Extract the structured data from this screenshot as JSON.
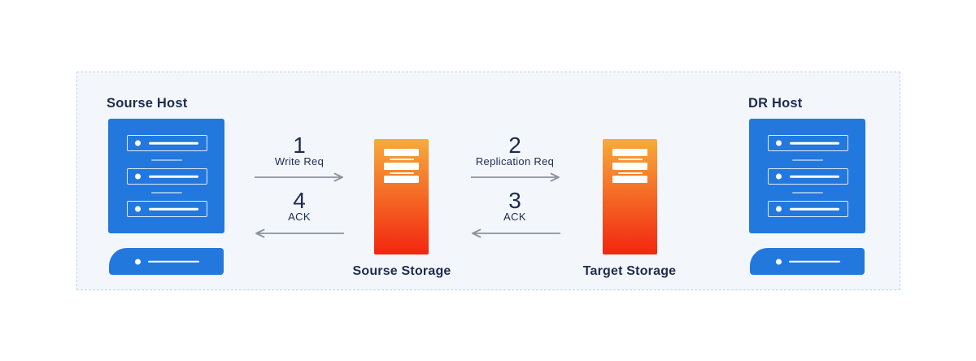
{
  "colors": {
    "page_bg": "#ffffff",
    "panel_bg": "#f3f7fc",
    "panel_border": "#c3d3ee",
    "host_blue": "#2378dd",
    "tower_top": "#f6ab3c",
    "tower_bottom": "#f3260f",
    "text_navy": "#1f2b4e",
    "arrow_gray": "#8e939b"
  },
  "hosts": {
    "source": {
      "label": "Sourse Host"
    },
    "dr": {
      "label": "DR Host"
    }
  },
  "storages": {
    "source": {
      "label": "Sourse Storage"
    },
    "target": {
      "label": "Target Storage"
    }
  },
  "flows": {
    "write_req": {
      "number": "1",
      "label": "Write Req",
      "direction": "right"
    },
    "replication_req": {
      "number": "2",
      "label": "Replication Req",
      "direction": "right"
    },
    "ack_storage": {
      "number": "3",
      "label": "ACK",
      "direction": "left"
    },
    "ack_host": {
      "number": "4",
      "label": "ACK",
      "direction": "left"
    }
  }
}
